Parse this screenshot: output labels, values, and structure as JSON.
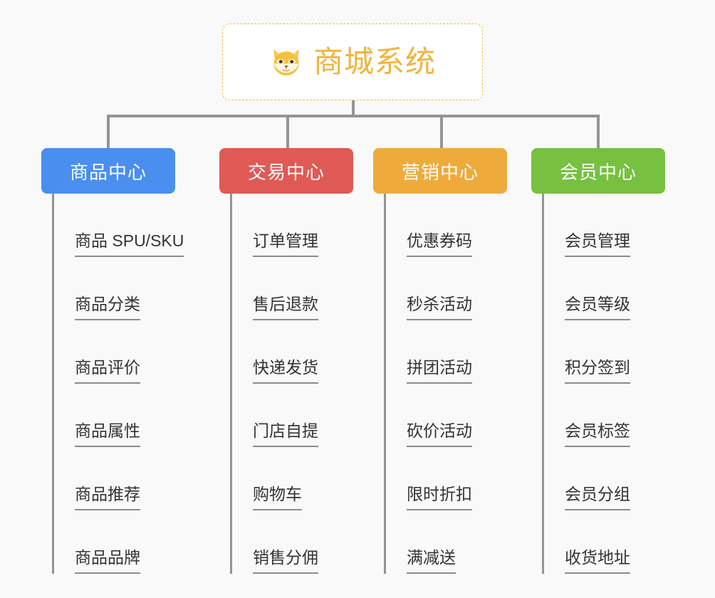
{
  "diagram": {
    "type": "mindmap",
    "background_color": "#f9f9fa",
    "line_color": "#949494",
    "root": {
      "title": "商城系统",
      "icon": "shiba-dog-emoji",
      "text_color": "#f2b33d",
      "border_color": "#f0b952",
      "background_color": "#ffffff"
    },
    "branches": [
      {
        "label": "商品中心",
        "color": "#4a8ef0",
        "items": [
          "商品 SPU/SKU",
          "商品分类",
          "商品评价",
          "商品属性",
          "商品推荐",
          "商品品牌"
        ]
      },
      {
        "label": "交易中心",
        "color": "#e05a55",
        "items": [
          "订单管理",
          "售后退款",
          "快递发货",
          "门店自提",
          "购物车",
          "销售分佣"
        ]
      },
      {
        "label": "营销中心",
        "color": "#eeab3c",
        "items": [
          "优惠券码",
          "秒杀活动",
          "拼团活动",
          "砍价活动",
          "限时折扣",
          "满减送"
        ]
      },
      {
        "label": "会员中心",
        "color": "#77c040",
        "items": [
          "会员管理",
          "会员等级",
          "积分签到",
          "会员标签",
          "会员分组",
          "收货地址"
        ]
      }
    ]
  },
  "layout": {
    "branch_left": [
      58,
      308,
      524,
      746
    ],
    "branch_width": [
      188,
      188,
      188,
      188
    ],
    "drop_left": [
      150,
      402,
      618,
      838
    ]
  }
}
